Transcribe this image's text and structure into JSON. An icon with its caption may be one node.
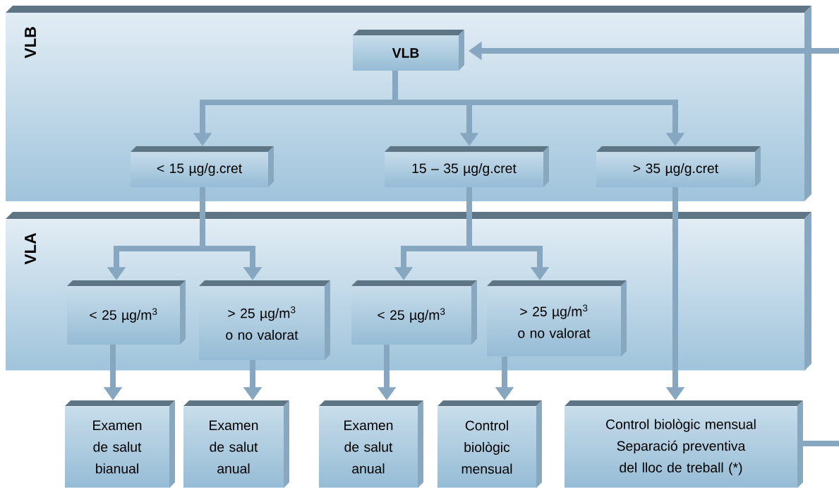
{
  "diagram": {
    "nodes": [
      {
        "text": [
          "VLB"
        ]
      },
      {
        "text": [
          "VLB"
        ],
        "in": 0
      },
      {
        "text": [
          "< 15 µg/g.cret"
        ],
        "in": 0
      },
      {
        "text": [
          "15 – 35 µg/g.cret"
        ],
        "in": 0
      },
      {
        "text": [
          "> 35 µg/g.cret"
        ],
        "in": 0
      },
      {
        "text": [
          "VLA"
        ]
      },
      {
        "text": [
          "< 25 µg/m$^{3}$"
        ],
        "in": 5
      },
      {
        "text": [
          "> 25 µg/m$^{3}$ o no valorat"
        ],
        "in": 5
      },
      {
        "text": [
          "< 25 µg/m$^{3}$"
        ],
        "in": 5
      },
      {
        "text": [
          "> 25 µg/m$^{3}$ o no valorat"
        ],
        "in": 5
      },
      {
        "text": [
          "Examen de salut bianual"
        ]
      },
      {
        "text": [
          "Examen de salut anual"
        ]
      },
      {
        "text": [
          "Examen de salut anual"
        ]
      },
      {
        "text": [
          "Control biològic mensual"
        ]
      },
      {
        "text": [
          "Control biològic mensual Separació preventiva del lloc de treball (*)"
        ]
      }
    ],
    "edges": [
      {
        "from": 1,
        "to": 2,
        "arrow": "to"
      },
      {
        "from": 1,
        "to": 3,
        "arrow": "to"
      },
      {
        "from": 1,
        "to": 4,
        "arrow": "to"
      },
      {
        "from": 2,
        "to": 6,
        "arrow": "to"
      },
      {
        "from": 2,
        "to": 7,
        "arrow": "to"
      },
      {
        "from": 3,
        "to": 8,
        "arrow": "to"
      },
      {
        "from": 3,
        "to": 9,
        "arrow": "to"
      },
      {
        "from": 6,
        "to": 10,
        "arrow": "to"
      },
      {
        "from": 7,
        "to": 11,
        "arrow": "to"
      },
      {
        "from": 8,
        "to": 12,
        "arrow": "to"
      },
      {
        "from": 9,
        "to": 13,
        "arrow": "to"
      },
      {
        "from": 4,
        "to": 14,
        "arrow": "to"
      },
      {
        "from": null,
        "to": 1,
        "arrow": "to"
      },
      {
        "from": 14,
        "to": null,
        "arrow": "none"
      }
    ]
  }
}
